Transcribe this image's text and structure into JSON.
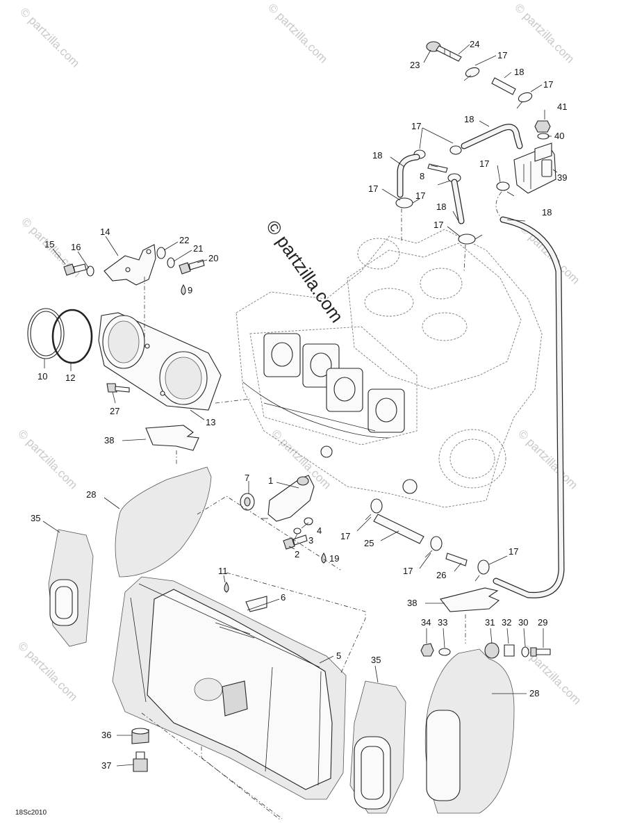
{
  "watermarks": {
    "small": "© partzilla.com",
    "large": "© partzilla.com"
  },
  "diagram_code": "18Sc2010",
  "callouts": [
    {
      "id": "c23",
      "label": "23"
    },
    {
      "id": "c24",
      "label": "24"
    },
    {
      "id": "c17a",
      "label": "17"
    },
    {
      "id": "c18a",
      "label": "18"
    },
    {
      "id": "c17b",
      "label": "17"
    },
    {
      "id": "c41",
      "label": "41"
    },
    {
      "id": "c18b",
      "label": "18"
    },
    {
      "id": "c40",
      "label": "40"
    },
    {
      "id": "c17c",
      "label": "17"
    },
    {
      "id": "c18c",
      "label": "18"
    },
    {
      "id": "c8",
      "label": "8"
    },
    {
      "id": "c17d",
      "label": "17"
    },
    {
      "id": "c39",
      "label": "39"
    },
    {
      "id": "c17e",
      "label": "17"
    },
    {
      "id": "c17f",
      "label": "17"
    },
    {
      "id": "c18d",
      "label": "18"
    },
    {
      "id": "c18e",
      "label": "18"
    },
    {
      "id": "c17g",
      "label": "17"
    },
    {
      "id": "c14",
      "label": "14"
    },
    {
      "id": "c22",
      "label": "22"
    },
    {
      "id": "c15",
      "label": "15"
    },
    {
      "id": "c16",
      "label": "16"
    },
    {
      "id": "c21",
      "label": "21"
    },
    {
      "id": "c20",
      "label": "20"
    },
    {
      "id": "c9",
      "label": "9"
    },
    {
      "id": "c10",
      "label": "10"
    },
    {
      "id": "c12",
      "label": "12"
    },
    {
      "id": "c27",
      "label": "27"
    },
    {
      "id": "c13",
      "label": "13"
    },
    {
      "id": "c38a",
      "label": "38"
    },
    {
      "id": "c7",
      "label": "7"
    },
    {
      "id": "c1",
      "label": "1"
    },
    {
      "id": "c28a",
      "label": "28"
    },
    {
      "id": "c35a",
      "label": "35"
    },
    {
      "id": "c4",
      "label": "4"
    },
    {
      "id": "c3",
      "label": "3"
    },
    {
      "id": "c2",
      "label": "2"
    },
    {
      "id": "c19",
      "label": "19"
    },
    {
      "id": "c17h",
      "label": "17"
    },
    {
      "id": "c25",
      "label": "25"
    },
    {
      "id": "c17i",
      "label": "17"
    },
    {
      "id": "c17j",
      "label": "17"
    },
    {
      "id": "c26",
      "label": "26"
    },
    {
      "id": "c11",
      "label": "11"
    },
    {
      "id": "c6",
      "label": "6"
    },
    {
      "id": "c38b",
      "label": "38"
    },
    {
      "id": "c34",
      "label": "34"
    },
    {
      "id": "c33",
      "label": "33"
    },
    {
      "id": "c31",
      "label": "31"
    },
    {
      "id": "c32",
      "label": "32"
    },
    {
      "id": "c30",
      "label": "30"
    },
    {
      "id": "c29",
      "label": "29"
    },
    {
      "id": "c5",
      "label": "5"
    },
    {
      "id": "c35b",
      "label": "35"
    },
    {
      "id": "c28b",
      "label": "28"
    },
    {
      "id": "c36",
      "label": "36"
    },
    {
      "id": "c37",
      "label": "37"
    }
  ]
}
